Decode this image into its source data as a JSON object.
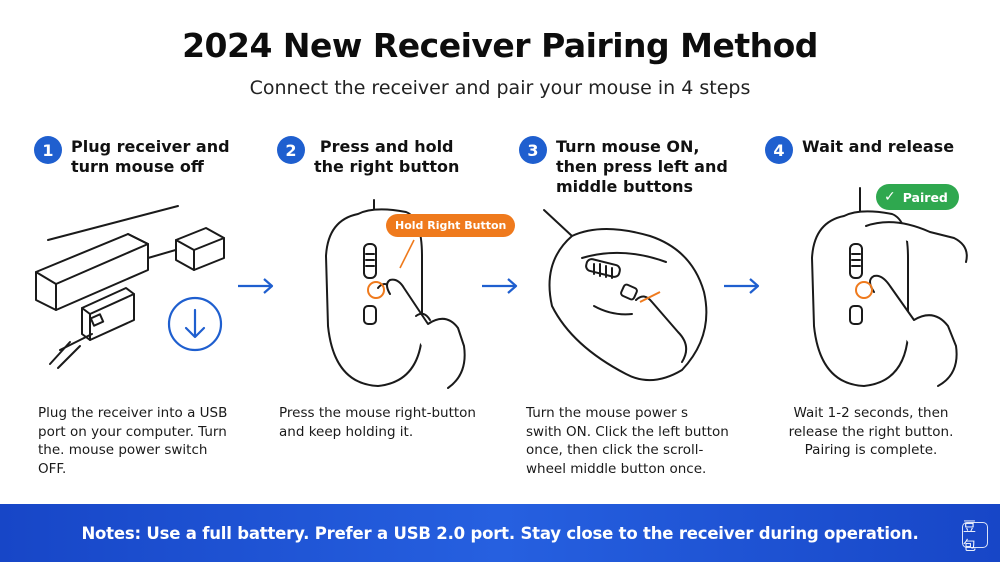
{
  "title": "2024 New Receiver Pairing Method",
  "subtitle": "Connect the receiver and pair your mouse in 4 steps",
  "steps": [
    {
      "number": "1",
      "title_line1": "Plug receiver and",
      "title_line2": "turn mouse off",
      "title_line3": "",
      "desc_lines": [
        "Plug the receiver into a USB",
        "port on your computer. Turn",
        "the. mouse power switch",
        "OFF."
      ]
    },
    {
      "number": "2",
      "title_line1": "Press and hold",
      "title_line2": "the right button",
      "title_line3": "",
      "desc_lines": [
        "Press the mouse right-button",
        "and keep holding it."
      ]
    },
    {
      "number": "3",
      "title_line1": "Turn mouse ON,",
      "title_line2": "then press left and",
      "title_line3": "middle buttons",
      "desc_lines": [
        "Turn the mouse power s",
        "swith ON. Click the left button",
        "once, then click the scroll-",
        "wheel middle button once."
      ]
    },
    {
      "number": "4",
      "title_line1": "Wait and release",
      "title_line2": "",
      "title_line3": "",
      "desc_lines": [
        "Wait 1-2 seconds, then",
        "release the right button.",
        "Pairing is complete."
      ]
    }
  ],
  "callouts": {
    "hold_right": "Hold Right Button",
    "paired_check": "✓",
    "paired": "Paired"
  },
  "notes": "Notes: Use a full battery. Prefer a USB 2.0 port. Stay close to the receiver during operation.",
  "corner_logo": "豆包",
  "colors": {
    "accent_blue": "#1f5fcf",
    "orange": "#ef7a1d",
    "green": "#2fa84f",
    "notes_bar": "#1f52d6"
  }
}
